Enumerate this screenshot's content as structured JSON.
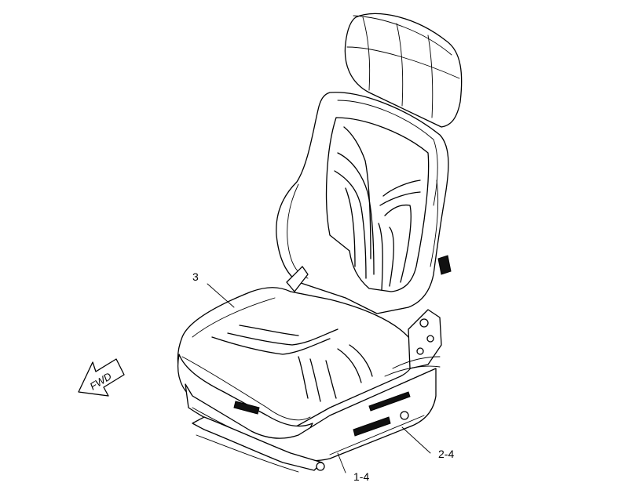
{
  "callouts": [
    {
      "id": "3",
      "text": "3"
    },
    {
      "id": "2-4",
      "text": "2-4"
    },
    {
      "id": "1-4",
      "text": "1-4"
    }
  ],
  "direction_arrow": {
    "text": "FWD"
  }
}
